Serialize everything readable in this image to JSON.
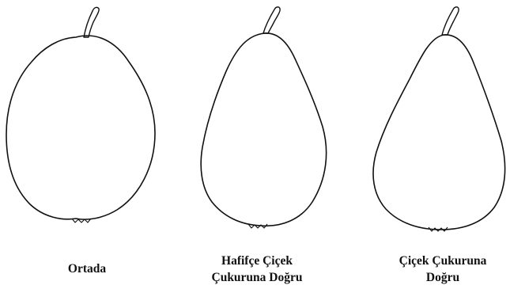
{
  "figure": {
    "shapes": [
      {
        "caption_lines": [
          "Ortada"
        ]
      },
      {
        "caption_lines": [
          "Hafifçe Çiçek",
          "Çukuruna Doğru"
        ]
      },
      {
        "caption_lines": [
          "Çiçek Çukuruna",
          "Doğru"
        ]
      }
    ]
  }
}
